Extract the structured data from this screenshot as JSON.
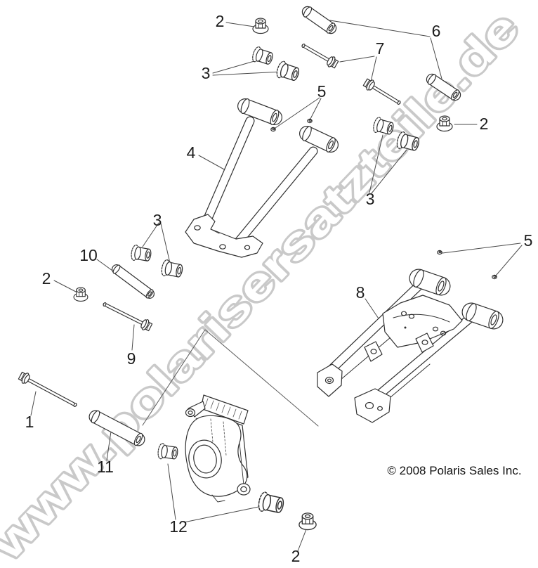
{
  "watermark": {
    "text": "www.polarisersatzteile.de",
    "color": "#c9c9c9"
  },
  "copyright": {
    "text": "© 2008 Polaris Sales Inc."
  },
  "colors": {
    "background": "#ffffff",
    "ink": "#303030"
  },
  "callouts": [
    {
      "label": "2"
    },
    {
      "label": "3"
    },
    {
      "label": "6"
    },
    {
      "label": "7"
    },
    {
      "label": "5"
    },
    {
      "label": "2"
    },
    {
      "label": "3"
    },
    {
      "label": "4"
    },
    {
      "label": "3"
    },
    {
      "label": "10"
    },
    {
      "label": "2"
    },
    {
      "label": "9"
    },
    {
      "label": "5"
    },
    {
      "label": "8"
    },
    {
      "label": "1"
    },
    {
      "label": "11"
    },
    {
      "label": "12"
    },
    {
      "label": "2"
    }
  ]
}
